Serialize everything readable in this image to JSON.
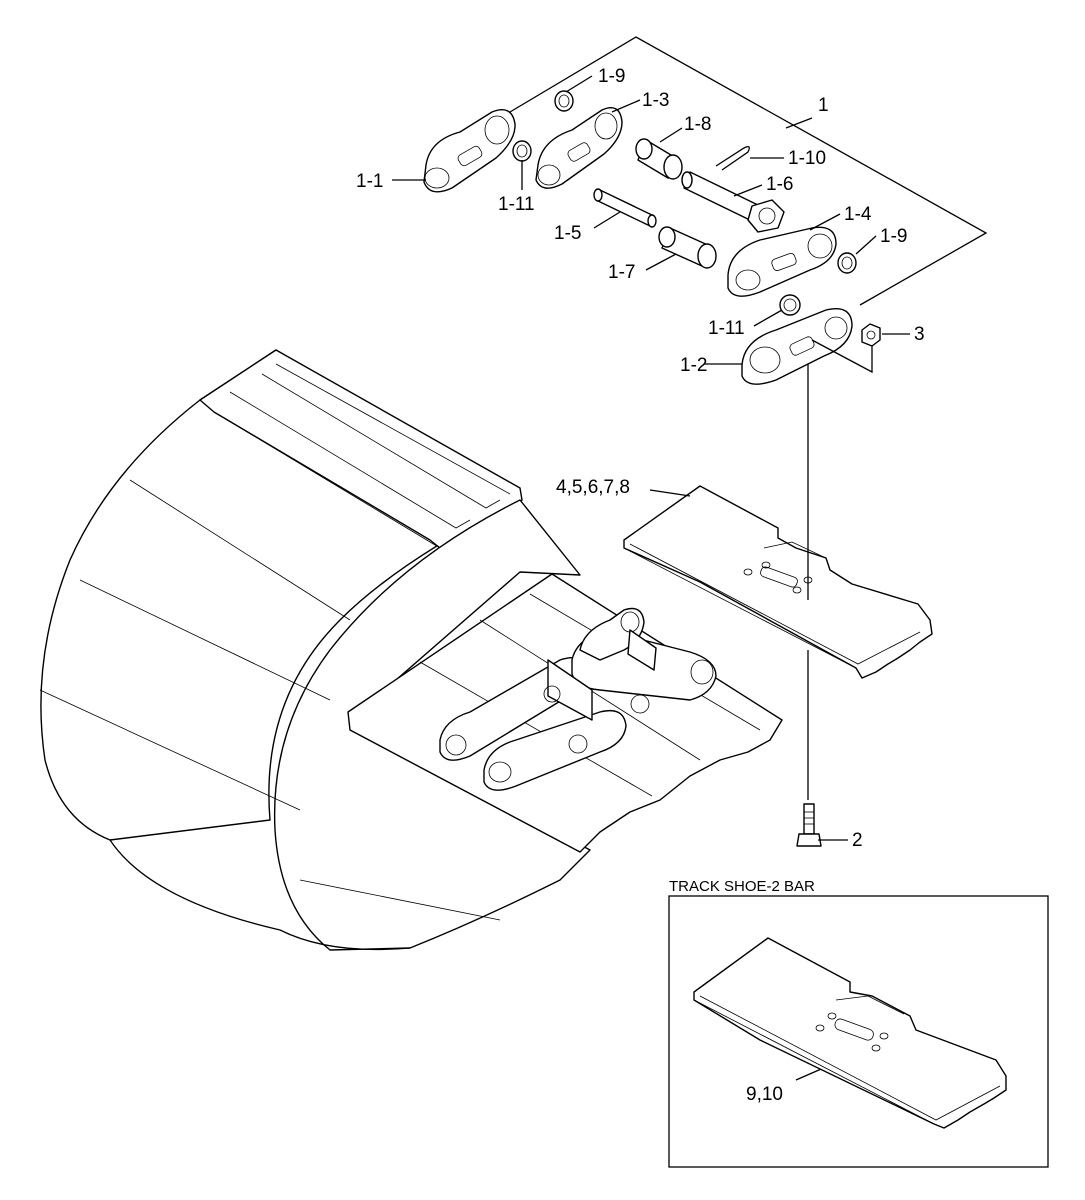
{
  "callouts": {
    "c1": "1",
    "c1_1": "1-1",
    "c1_2": "1-2",
    "c1_3": "1-3",
    "c1_4": "1-4",
    "c1_5": "1-5",
    "c1_6": "1-6",
    "c1_7": "1-7",
    "c1_8": "1-8",
    "c1_9a": "1-9",
    "c1_9b": "1-9",
    "c1_10": "1-10",
    "c1_11a": "1-11",
    "c1_11b": "1-11",
    "c2": "2",
    "c3": "3",
    "c4_8": "4,5,6,7,8",
    "c9_10": "9,10"
  },
  "inset": {
    "title": "TRACK SHOE-2 BAR"
  }
}
